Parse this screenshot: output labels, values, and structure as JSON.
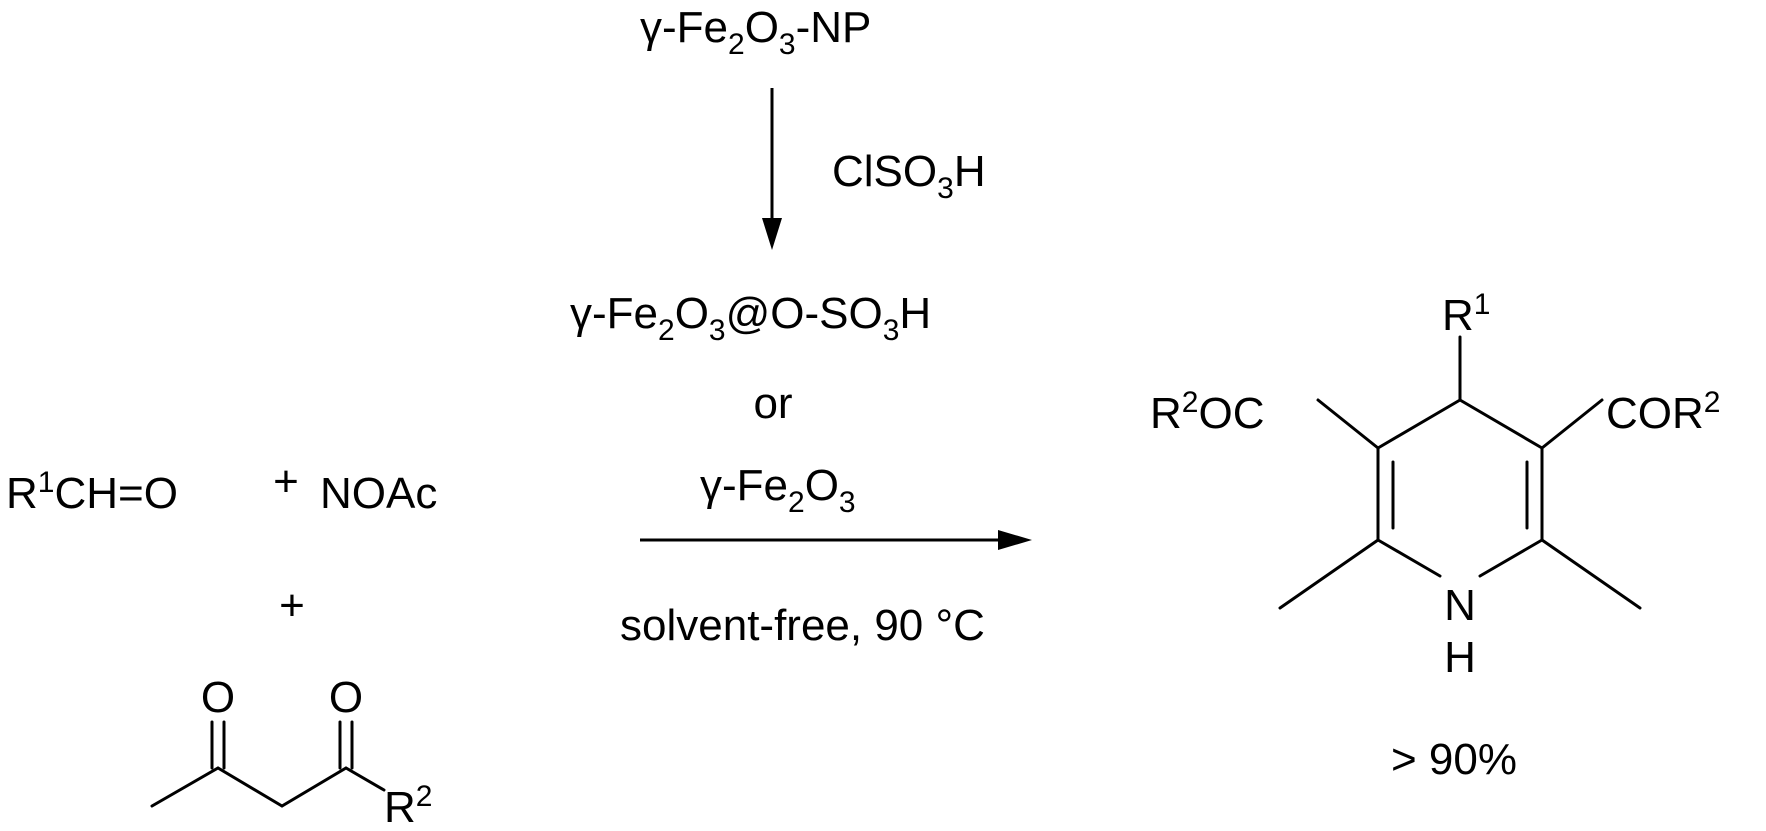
{
  "catalyst_prep": {
    "start_prefix": "γ-Fe",
    "start_sub1": "2",
    "start_mid": "O",
    "start_sub2": "3",
    "start_suffix": "-NP",
    "reagent_prefix": "ClSO",
    "reagent_sub": "3",
    "reagent_suffix": "H"
  },
  "reaction_conditions": {
    "catalyst1_prefix": "γ-Fe",
    "catalyst1_sub1": "2",
    "catalyst1_mid": "O",
    "catalyst1_sub2": "3",
    "catalyst1_mid2": "@O-SO",
    "catalyst1_sub3": "3",
    "catalyst1_suffix": "H",
    "or_text": "or",
    "catalyst2_prefix": "γ-Fe",
    "catalyst2_sub1": "2",
    "catalyst2_mid": "O",
    "catalyst2_sub2": "3",
    "conditions": "solvent-free, 90 °C"
  },
  "reactants": {
    "aldehyde_r": "R",
    "aldehyde_sup": "1",
    "aldehyde_rest": "CH=O",
    "plus1": "+",
    "ammonium": "NOAc",
    "plus2": "+",
    "diketone_o1": "O",
    "diketone_o2": "O",
    "diketone_r": "R",
    "diketone_sup": "2"
  },
  "product": {
    "r1": "R",
    "r1_sup": "1",
    "left_r": "R",
    "left_sup": "2",
    "left_rest": "OC",
    "right_prefix": "COR",
    "right_sup": "2",
    "n": "N",
    "h": "H",
    "yield": "> 90%"
  }
}
